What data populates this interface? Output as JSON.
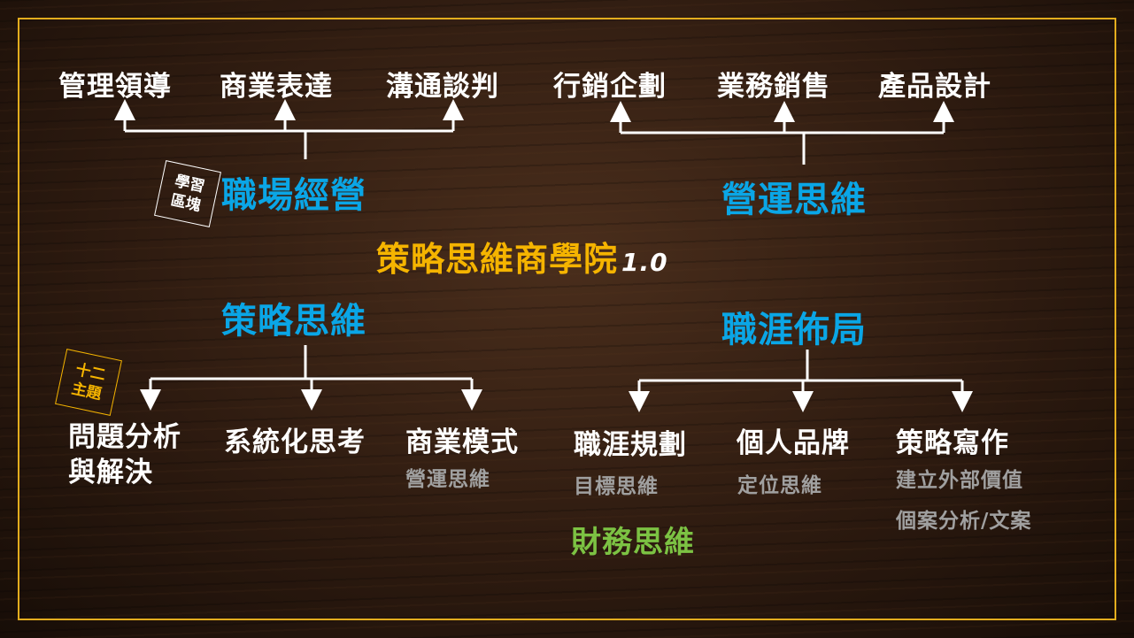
{
  "top_left_topics": [
    "管理領導",
    "商業表達",
    "溝通談判"
  ],
  "top_right_topics": [
    "行銷企劃",
    "業務銷售",
    "產品設計"
  ],
  "badge_learning": {
    "line1": "學習",
    "line2": "區塊"
  },
  "badge_topics": {
    "line1": "十二",
    "line2": "主題"
  },
  "blocks": {
    "workplace": "職場經營",
    "operations": "營運思維",
    "strategy": "策略思維",
    "career": "職涯佈局"
  },
  "title": {
    "text": "策略思維商學院",
    "version": "1.0"
  },
  "bottom_left": [
    {
      "label_line1": "問題分析",
      "label_line2": "與解決"
    },
    {
      "label": "系統化思考"
    },
    {
      "label": "商業模式",
      "sub": "營運思維"
    }
  ],
  "bottom_right": [
    {
      "label": "職涯規劃",
      "sub": "目標思維",
      "extra": "財務思維"
    },
    {
      "label": "個人品牌",
      "sub": "定位思維"
    },
    {
      "label": "策略寫作",
      "sub": "建立外部價值",
      "sub2": "個案分析/文案"
    }
  ],
  "colors": {
    "blue": "#0aa6e6",
    "yellow": "#f5b400",
    "green": "#7cc243",
    "gray": "#a0a0a0"
  }
}
